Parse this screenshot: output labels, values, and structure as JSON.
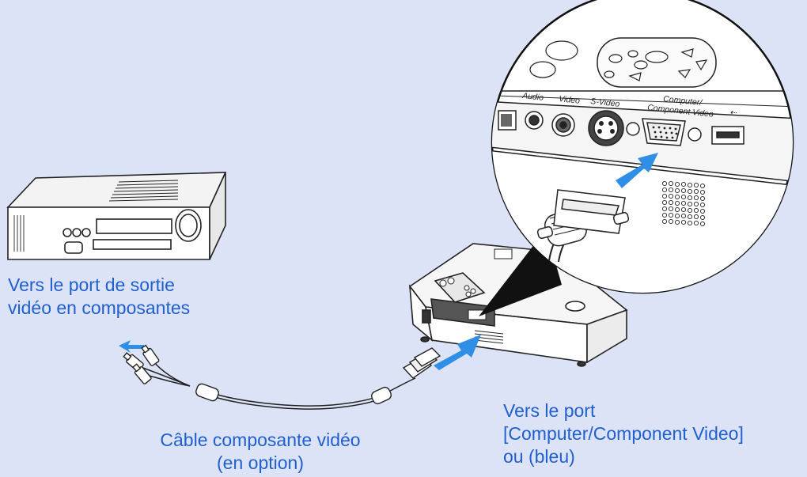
{
  "labels": {
    "component_output_line1": "Vers le port de sortie",
    "component_output_line2": "vidéo en composantes",
    "port_line1": "Vers le port",
    "port_line2": "[Computer/Component Video]",
    "port_line3": "ou (bleu)",
    "cable_line1": "Câble composante vidéo",
    "cable_line2": "(en option)"
  },
  "port_panel": {
    "audio": "Audio",
    "video": "Video",
    "svideo": "S-Video",
    "computer_line1": "Computer/",
    "computer_line2": "Component Video",
    "usb_symbol": "⇠"
  },
  "colors": {
    "background": "#dde3f7",
    "label_text": "#1f5fcf",
    "arrow": "#2f8fe6",
    "outline": "#222222"
  }
}
